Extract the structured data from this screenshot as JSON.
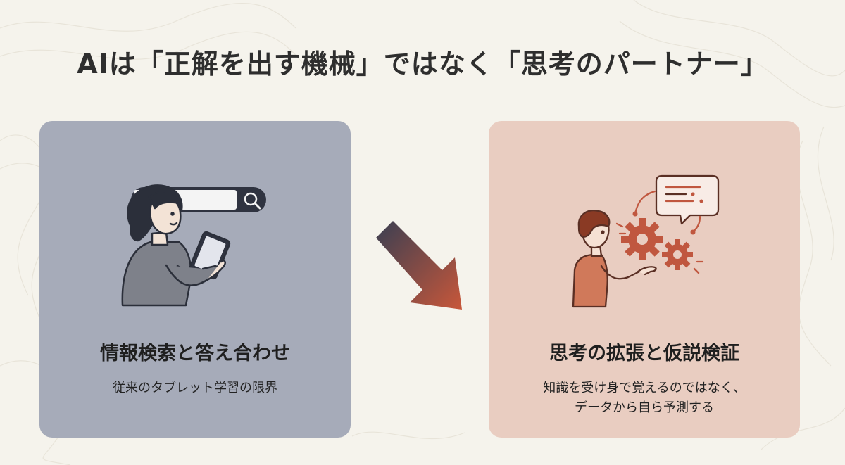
{
  "title": "AIは「正解を出す機械」ではなく「思考のパートナー」",
  "left_card": {
    "heading": "情報検索と答え合わせ",
    "subtitle": "従来のタブレット学習の限界",
    "illustration": "person-with-tablet-and-search-bar"
  },
  "right_card": {
    "heading": "思考の拡張と仮説検証",
    "subtitle_lines": [
      "知識を受け身で覚えるのではなく、",
      "データから自ら予測する"
    ],
    "illustration": "person-with-gears-and-speech-bubble"
  },
  "colors": {
    "background": "#f5f3ec",
    "left_card": "#a6abb9",
    "right_card": "#e9cdc1",
    "arrow_start": "#3a3f52",
    "arrow_end": "#c8573a",
    "accent": "#c0573f"
  }
}
